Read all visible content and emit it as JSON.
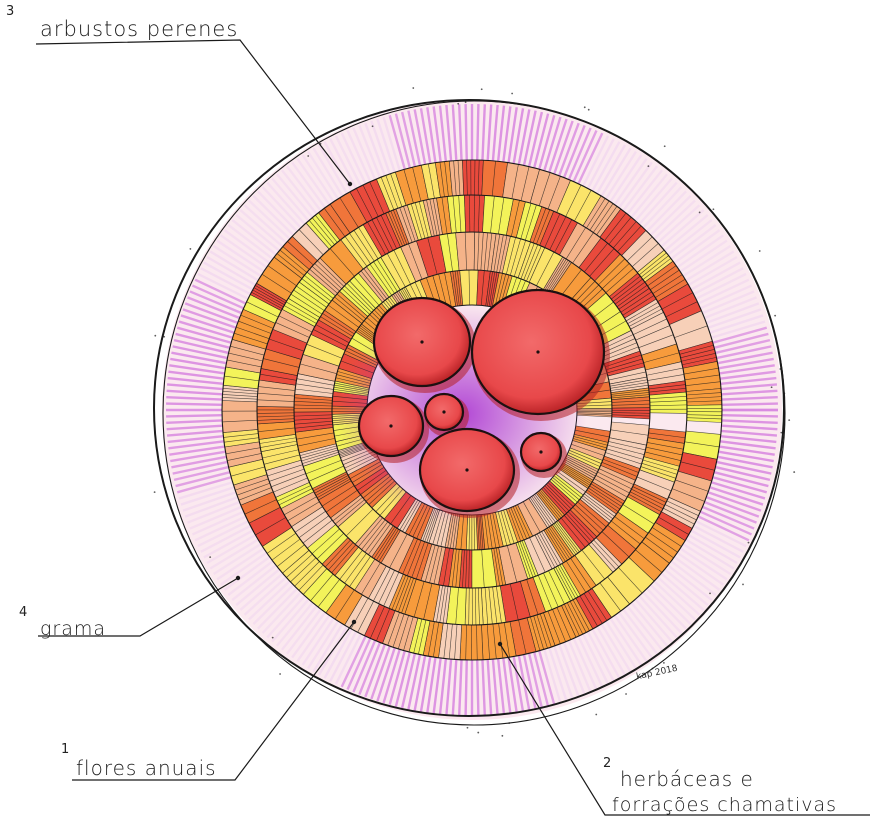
{
  "colors": {
    "grass": "#d98ae0",
    "grass_light": "#f1d6ef",
    "ring_paper": "#fbe9ef",
    "flower_palette": [
      "#f3f35a",
      "#f79b3c",
      "#f0753a",
      "#e94a3c",
      "#f5b389",
      "#f7d0b8",
      "#fbe46a"
    ],
    "shrub_fill": "#e8484a",
    "shrub_dark": "#b51f23",
    "shrub_core": "#a52bd0",
    "ink": "#1a1a1a"
  },
  "labels": [
    {
      "number": "3",
      "text": "arbustos perenes",
      "meaning": "shrubs"
    },
    {
      "number": "4",
      "text": "grama",
      "meaning": "grass"
    },
    {
      "number": "1",
      "text": "flores anuais",
      "meaning": "annual flowers"
    },
    {
      "number": "2",
      "text": "herbáceas e",
      "line2": "forrações chamativas",
      "meaning": "herbaceous"
    }
  ],
  "signature": "kap 2018"
}
